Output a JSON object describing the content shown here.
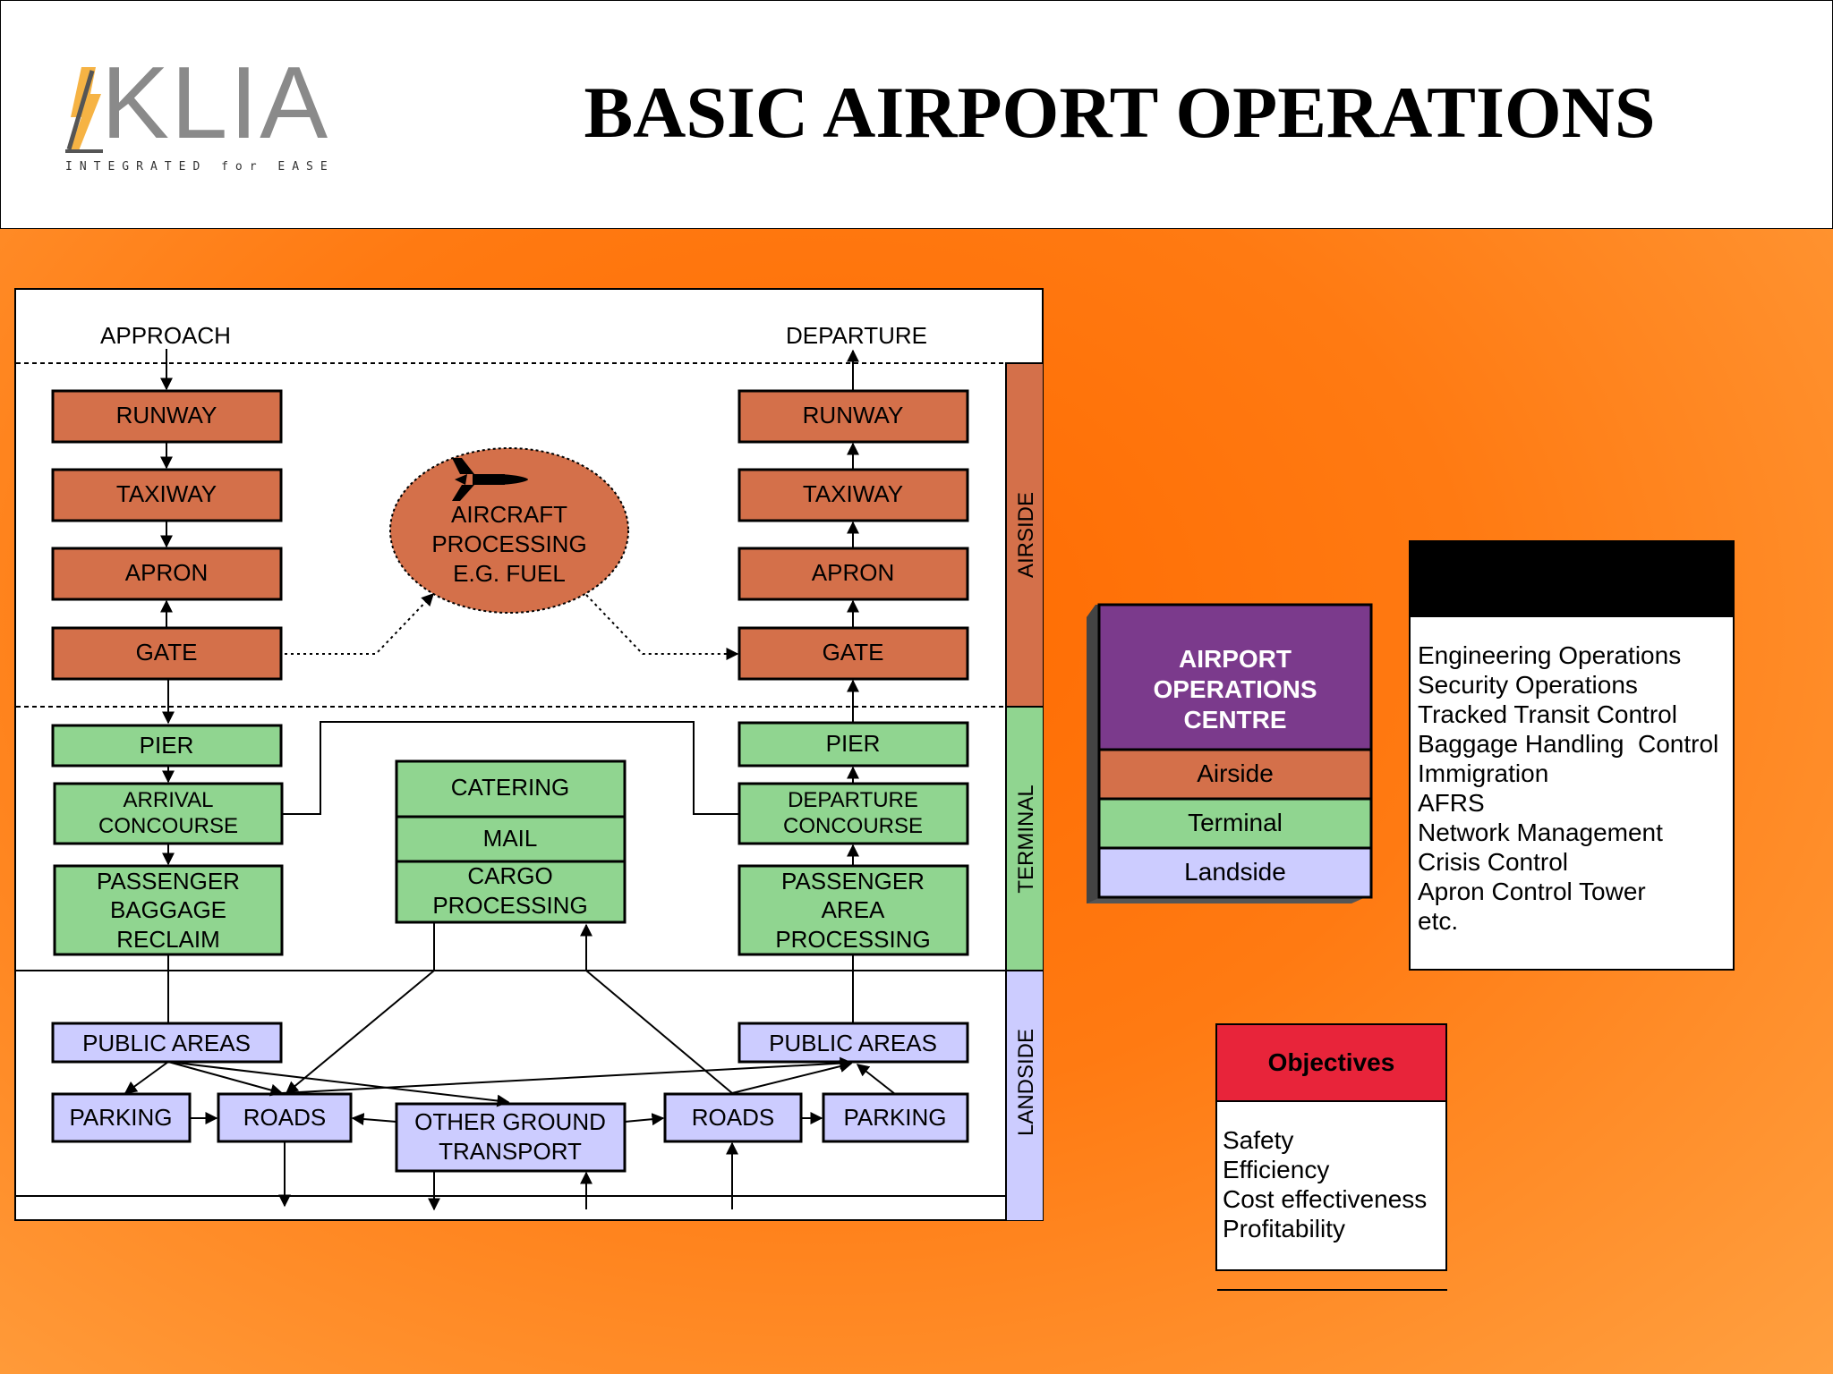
{
  "header": {
    "logo": "KLIA",
    "logo_tagline": "INTEGRATED for EASE",
    "title": "BASIC AIRPORT OPERATIONS"
  },
  "diagram": {
    "approach": "APPROACH",
    "departure": "DEPARTURE",
    "zones": {
      "airside": "AIRSIDE",
      "terminal": "TERMINAL",
      "landside": "LANDSIDE"
    },
    "left": {
      "runway": "RUNWAY",
      "taxiway": "TAXIWAY",
      "apron": "APRON",
      "gate": "GATE",
      "pier": "PIER",
      "concourse": [
        "ARRIVAL",
        "CONCOURSE"
      ],
      "passenger": [
        "PASSENGER",
        "BAGGAGE",
        "RECLAIM"
      ],
      "public_areas": "PUBLIC  AREAS",
      "parking": "PARKING",
      "roads": "ROADS"
    },
    "right": {
      "runway": "RUNWAY",
      "taxiway": "TAXIWAY",
      "apron": "APRON",
      "gate": "GATE",
      "pier": "PIER",
      "concourse": [
        "DEPARTURE",
        "CONCOURSE"
      ],
      "passenger": [
        "PASSENGER",
        "AREA",
        "PROCESSING"
      ],
      "public_areas": "PUBLIC  AREAS",
      "parking": "PARKING",
      "roads": "ROADS"
    },
    "aircraft": [
      "AIRCRAFT",
      "PROCESSING",
      "E.G. FUEL"
    ],
    "center": {
      "catering": "CATERING",
      "mail": "MAIL",
      "cargo": [
        "CARGO",
        "PROCESSING"
      ]
    },
    "ground_transport": [
      "OTHER GROUND",
      "TRANSPORT"
    ]
  },
  "aoc": {
    "title": [
      "AIRPORT",
      "OPERATIONS",
      "CENTRE"
    ],
    "rows": [
      "Airside",
      "Terminal",
      "Landside"
    ]
  },
  "operations_list": [
    "Engineering Operations",
    "Security Operations",
    "Tracked Transit Control",
    "Baggage Handling  Control",
    "Immigration",
    "AFRS",
    "Network Management",
    "Crisis Control",
    "Apron Control Tower",
    "etc."
  ],
  "objectives": {
    "title": "Objectives",
    "items": [
      "Safety",
      "Efficiency",
      "Cost effectiveness",
      "Profitability"
    ]
  },
  "colors": {
    "airside": "#d4704a",
    "terminal": "#90d590",
    "landside": "#ccccff",
    "aoc_header": "#7b3a8c",
    "objectives_header": "#e8243a",
    "background": "#ff7a12"
  }
}
